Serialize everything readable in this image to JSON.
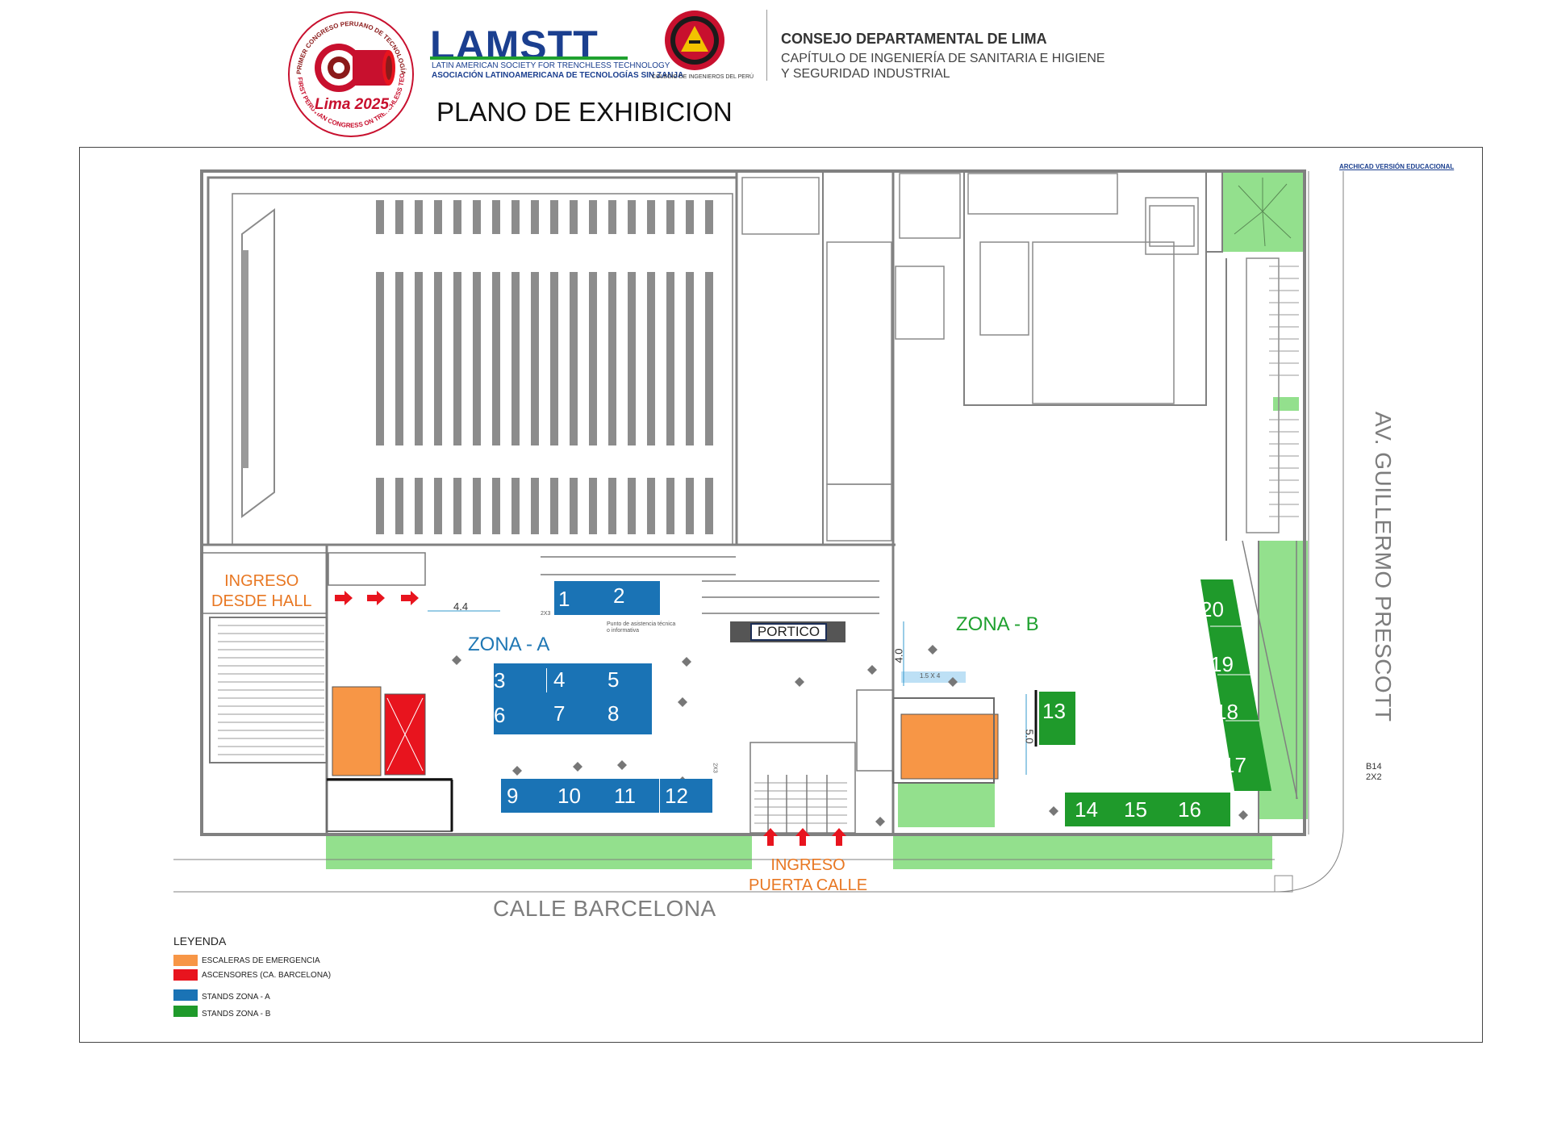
{
  "header": {
    "congress_logo": {
      "top_text": "PRIMER CONGRESO PERUANO DE TECNOLOGÍAS SIN ZANJA",
      "bottom_text": "FIRST PERUVIAN CONGRESS ON TRENCHLESS TECHNOLOGIES",
      "city_year": "Lima 2025"
    },
    "lamstt_logo": {
      "word": "LAMSTT",
      "line1": "LATIN AMERICAN SOCIETY FOR TRENCHLESS TECHNOLOGY",
      "line2": "ASOCIACIÓN LATINOAMERICANA DE TECNOLOGÍAS SIN ZANJA"
    },
    "cip_logo": {
      "caption": "COLEGIO DE INGENIEROS DEL PERÚ"
    },
    "org_title": "CONSEJO DEPARTAMENTAL DE LIMA",
    "org_subtitle_1": "CAPÍTULO DE INGENIERÍA DE SANITARIA E HIGIENE",
    "org_subtitle_2": "Y SEGURIDAD INDUSTRIAL",
    "page_title": "PLANO DE EXHIBICION"
  },
  "map": {
    "watermark": "ARCHICAD VERSIÓN EDUCACIONAL",
    "entrance_hall": [
      "INGRESO",
      "DESDE HALL"
    ],
    "entrance_street": [
      "INGRESO",
      "PUERTA CALLE"
    ],
    "zone_a_label": "ZONA - A",
    "zone_b_label": "ZONA - B",
    "portico_label": "PORTICO",
    "street_bottom": "CALLE BARCELONA",
    "street_right": "AV. GUILLERMO PRESCOTT",
    "dimensions": {
      "hall_width": "4.4",
      "zone_b_depth": "4.0",
      "stand13_height": "5.0",
      "small_stand": "1.5 X 4",
      "stand_size_a": "2X3",
      "stand_size_b": "2X3"
    },
    "assistance_point": "Punto de asistencia técnica o informativa",
    "block_label": [
      "B14",
      "2X2"
    ],
    "stands_zone_a": [
      "1",
      "2",
      "3",
      "4",
      "5",
      "6",
      "7",
      "8",
      "9",
      "10",
      "11",
      "12"
    ],
    "stands_zone_b": [
      "13",
      "14",
      "15",
      "16",
      "17",
      "18",
      "19",
      "20"
    ]
  },
  "legend": {
    "title": "LEYENDA",
    "items": [
      {
        "label": "ESCALERAS DE EMERGENCIA",
        "color": "#f79646"
      },
      {
        "label": "ASCENSORES (CA. BARCELONA)",
        "color": "#e8141e"
      },
      {
        "label": "STANDS ZONA - A",
        "color": "#1a73b5"
      },
      {
        "label": "STANDS ZONA - B",
        "color": "#1f9a2b"
      }
    ]
  },
  "colors": {
    "zone_a": "#1a73b5",
    "zone_b": "#1f9a2b",
    "stairs": "#f79646",
    "elevator": "#e8141e",
    "garden": "#93e08d",
    "wall": "#808080",
    "entrance_label": "#e87722"
  }
}
